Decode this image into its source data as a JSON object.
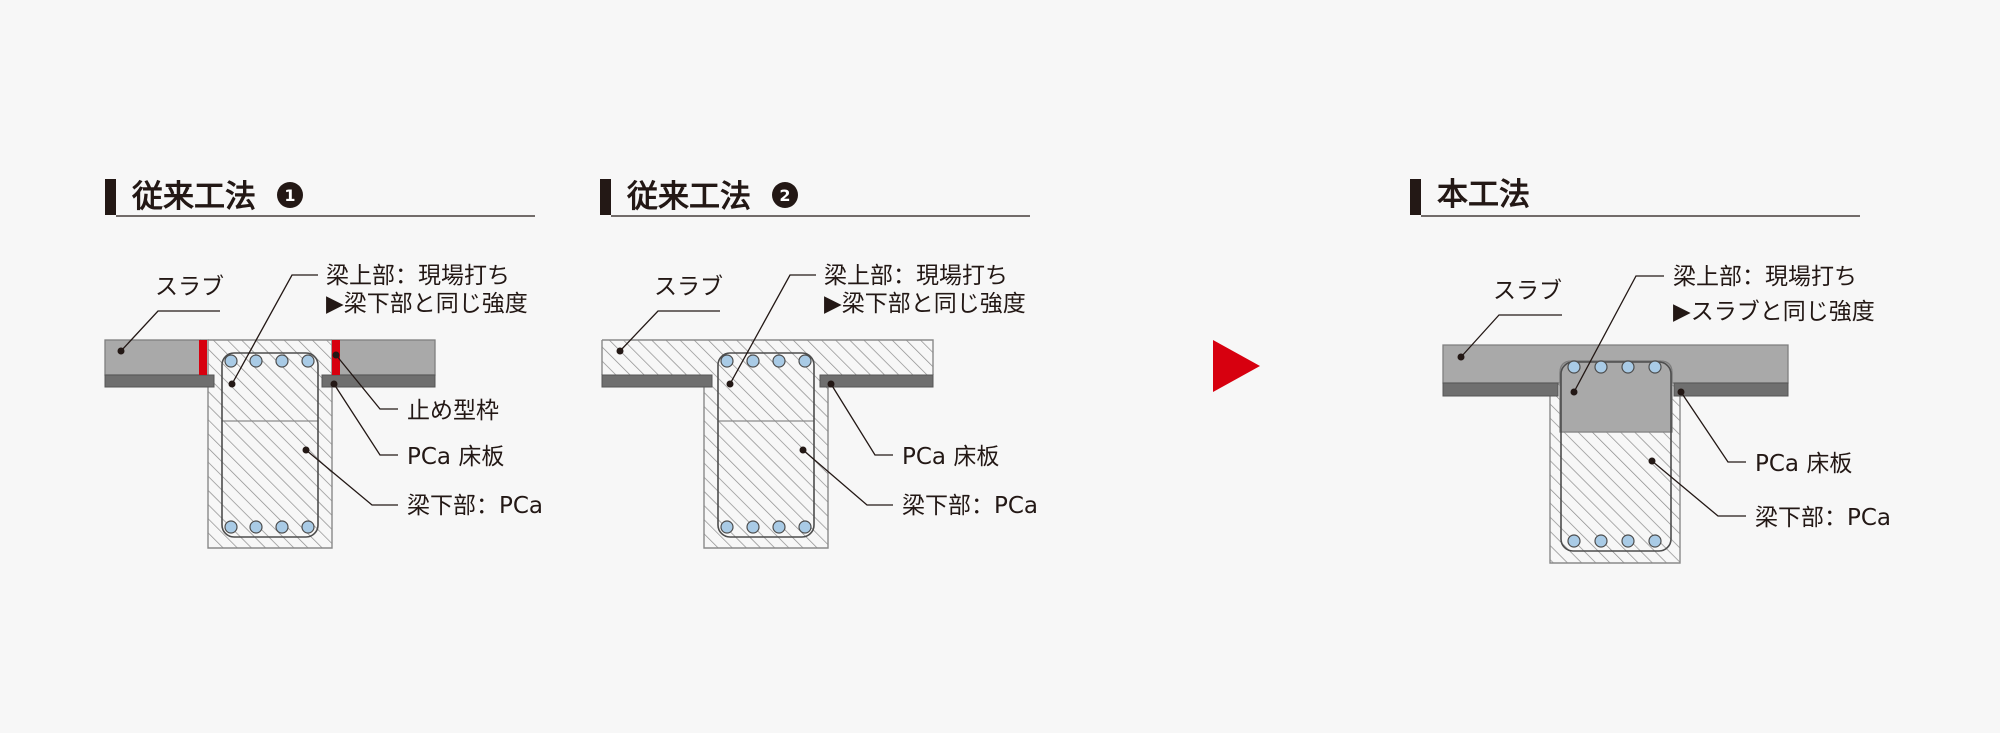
{
  "colors": {
    "text": "#231815",
    "accent_red": "#d7000f",
    "hatch_gray": "#8a8a8a",
    "slab_gray": "#a9a9a9",
    "pca_plate": "#6f6f6f",
    "rebar": "#a9cbe6",
    "background": "#f7f7f7"
  },
  "panels": [
    {
      "title": "従来工法",
      "number": "1",
      "labels": {
        "slab": "スラブ",
        "upper_line1": "梁上部：現場打ち",
        "upper_line2": "▶梁下部と同じ強度",
        "formwork": "止め型枠",
        "pca_plate": "PCa 床板",
        "lower": "梁下部：PCa"
      }
    },
    {
      "title": "従来工法",
      "number": "2",
      "labels": {
        "slab": "スラブ",
        "upper_line1": "梁上部：現場打ち",
        "upper_line2": "▶梁下部と同じ強度",
        "pca_plate": "PCa 床板",
        "lower": "梁下部：PCa"
      }
    },
    {
      "title": "本工法",
      "labels": {
        "slab": "スラブ",
        "upper_line1": "梁上部：現場打ち",
        "upper_line2": "▶スラブと同じ強度",
        "pca_plate": "PCa 床板",
        "lower": "梁下部：PCa"
      }
    }
  ],
  "arrow_icon": "right-triangle-arrow"
}
